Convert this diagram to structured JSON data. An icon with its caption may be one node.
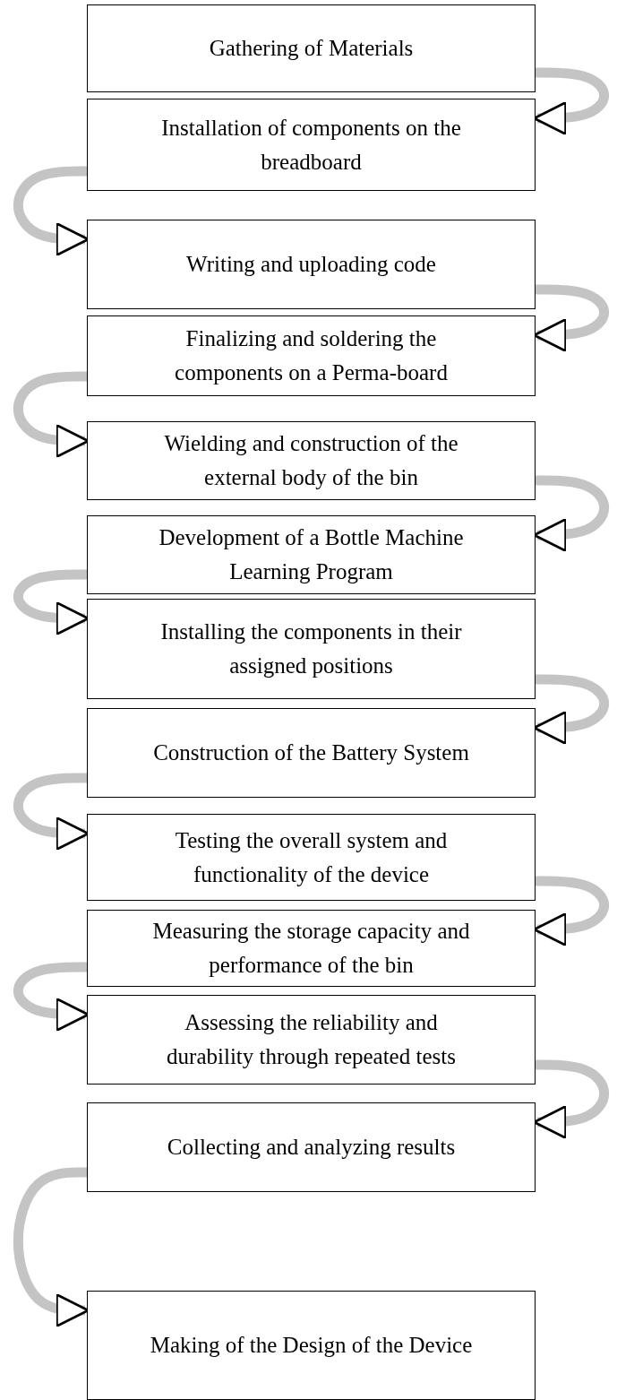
{
  "diagram": {
    "nodes": [
      {
        "text": [
          "Gathering of Materials"
        ]
      },
      {
        "text": [
          "Installation of components on the breadboard"
        ]
      },
      {
        "text": [
          "Writing and uploading code"
        ]
      },
      {
        "text": [
          "Finalizing and soldering the components on a Perma-board"
        ]
      },
      {
        "text": [
          "Wielding and construction of the external body of the bin"
        ]
      },
      {
        "text": [
          "Development of a Bottle Machine Learning Program"
        ]
      },
      {
        "text": [
          "Installing the components in their assigned positions"
        ]
      },
      {
        "text": [
          "Construction of the Battery System"
        ]
      },
      {
        "text": [
          "Testing the overall system and functionality of the device"
        ]
      },
      {
        "text": [
          "Measuring the storage capacity and performance of the bin"
        ]
      },
      {
        "text": [
          "Assessing the reliability and durability through repeated tests"
        ]
      },
      {
        "text": [
          "Collecting and analyzing results"
        ]
      },
      {
        "text": [
          "Making of the Design of the Device"
        ]
      }
    ],
    "edges": [
      {
        "from": 0,
        "to": 1,
        "arrow": "to"
      },
      {
        "from": 1,
        "to": 2,
        "arrow": "to"
      },
      {
        "from": 2,
        "to": 3,
        "arrow": "to"
      },
      {
        "from": 3,
        "to": 4,
        "arrow": "to"
      },
      {
        "from": 4,
        "to": 5,
        "arrow": "to"
      },
      {
        "from": 5,
        "to": 6,
        "arrow": "to"
      },
      {
        "from": 6,
        "to": 7,
        "arrow": "to"
      },
      {
        "from": 7,
        "to": 8,
        "arrow": "to"
      },
      {
        "from": 8,
        "to": 9,
        "arrow": "to"
      },
      {
        "from": 9,
        "to": 10,
        "arrow": "to"
      },
      {
        "from": 10,
        "to": 11,
        "arrow": "to"
      },
      {
        "from": 11,
        "to": 12,
        "arrow": "to"
      }
    ]
  }
}
